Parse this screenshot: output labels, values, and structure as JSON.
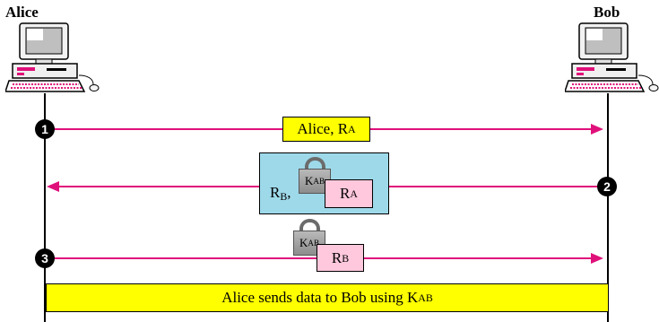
{
  "parties": {
    "alice": "Alice",
    "bob": "Bob"
  },
  "steps": [
    "1",
    "2",
    "3"
  ],
  "messages": {
    "m1": {
      "text": "Alice, R",
      "sub": "A"
    },
    "m2": {
      "rb_text": "R",
      "rb_sub": "B",
      "rb_suffix": ",",
      "key_text": "K",
      "key_sub": "AB",
      "ra_text": "R",
      "ra_sub": "A"
    },
    "m3": {
      "key_text": "K",
      "key_sub": "AB",
      "rb_text": "R",
      "rb_sub": "B"
    }
  },
  "final_banner": {
    "text": "Alice sends data to Bob using K",
    "sub": "AB"
  },
  "colors": {
    "arrow": "#e0107a",
    "yellow_box": "#ffff00",
    "pink_box": "#ffc8dc",
    "cyan_box": "#9ed9ea",
    "lock": "#9a9a9a"
  },
  "icons": [
    "desktop-computer-icon",
    "padlock-icon"
  ]
}
